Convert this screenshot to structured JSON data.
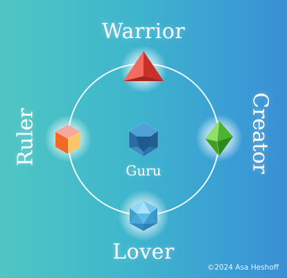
{
  "labels": {
    "top": "Warrior",
    "right": "Creator",
    "bottom": "Lover",
    "left": "Ruler",
    "center": "Guru"
  },
  "copyright": "©2024 Asa Heshoff",
  "icons": {
    "top": "tetrahedron-icon",
    "right": "octahedron-icon",
    "bottom": "icosahedron-icon",
    "left": "cube-icon",
    "center": "dodecahedron-icon"
  },
  "colors": {
    "background_left": "#4fc6c3",
    "background_right": "#3a8fd4",
    "tetrahedron": "#e8443c",
    "octahedron": "#55c23a",
    "icosahedron": "#4fb0e0",
    "cube": "#f07b33",
    "dodecahedron": "#2f7fb8",
    "ring": "#ffffff"
  }
}
